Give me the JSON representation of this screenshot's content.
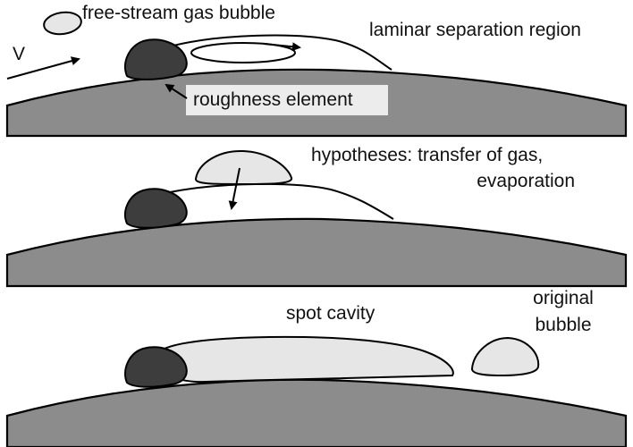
{
  "panels": [
    {
      "labels": {
        "free_stream_bubble": "free-stream gas bubble",
        "velocity": "V",
        "laminar_separation": "laminar separation region",
        "roughness_element": "roughness element"
      }
    },
    {
      "labels": {
        "hypotheses_line1": "hypotheses: transfer of gas,",
        "hypotheses_line2": "evaporation"
      }
    },
    {
      "labels": {
        "spot_cavity": "spot cavity",
        "original_line1": "original",
        "original_line2": "bubble"
      }
    }
  ],
  "colors": {
    "ground": "#8c8c8c",
    "roughness": "#3d3d3d",
    "bubble": "#e6e6e6",
    "label_highlight": "#ececec"
  }
}
